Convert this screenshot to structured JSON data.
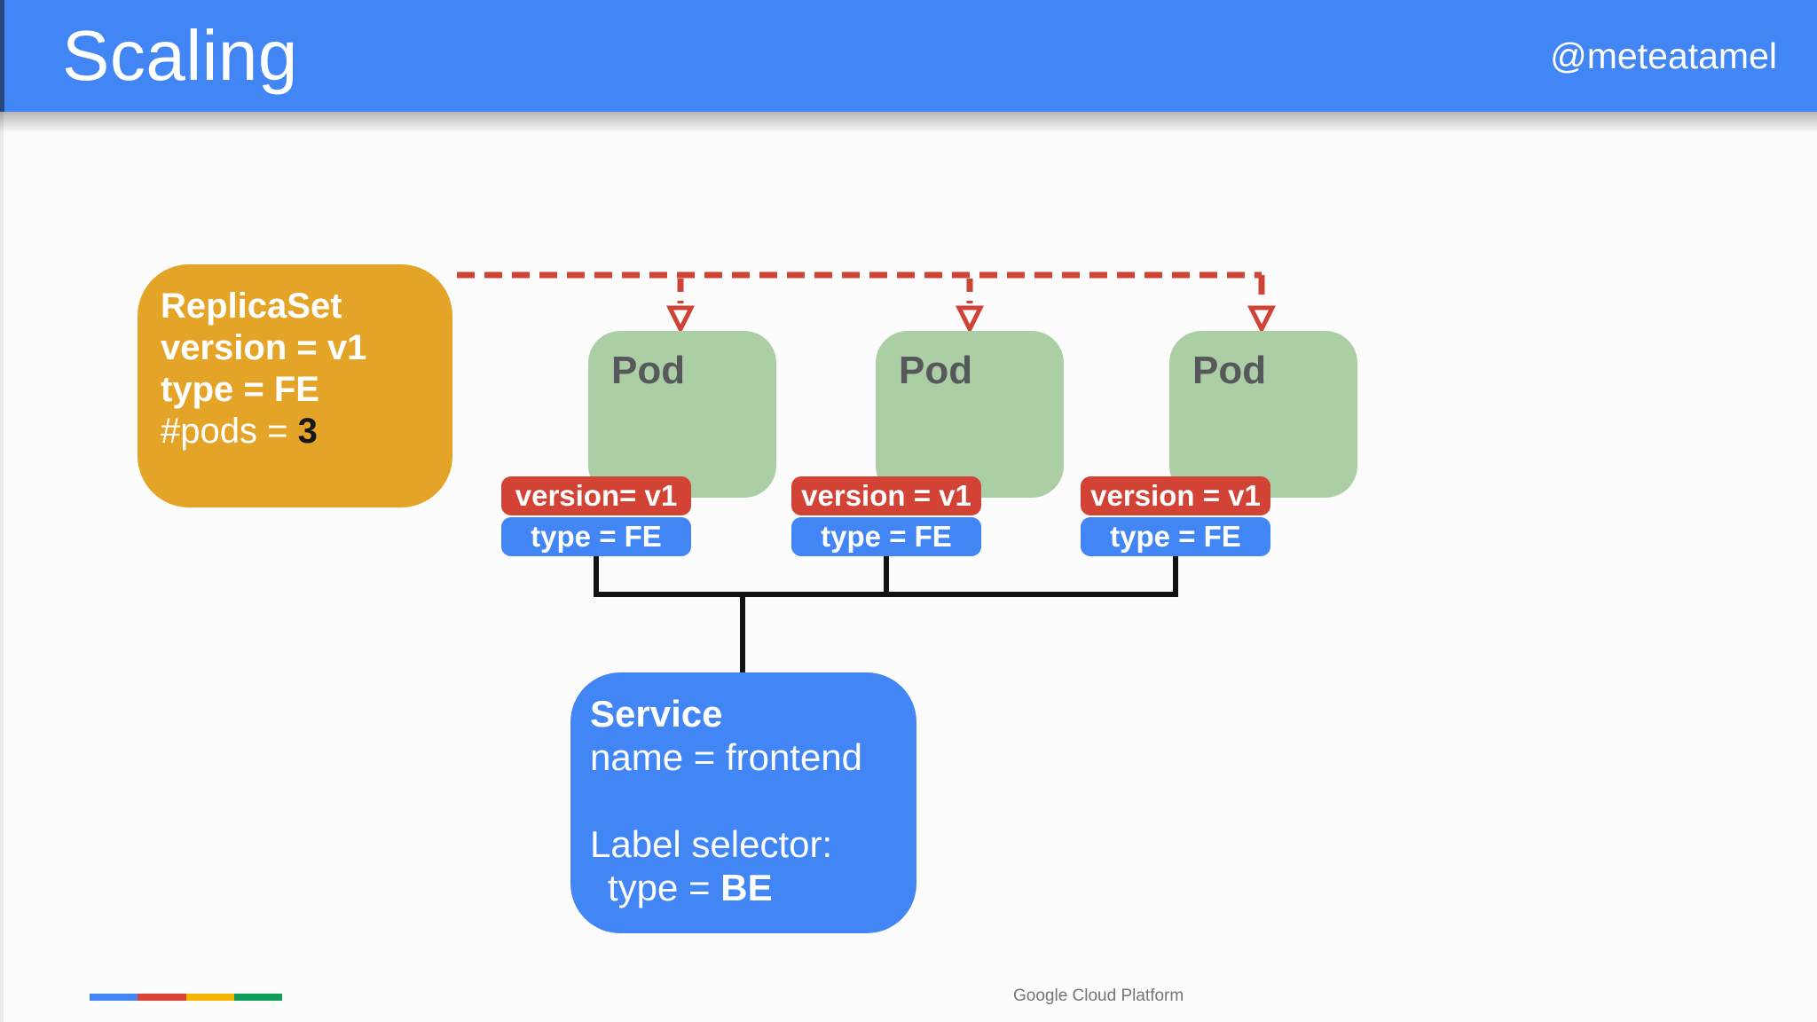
{
  "header": {
    "title": "Scaling",
    "handle": "@meteatamel",
    "bg": "#4285F4"
  },
  "replicaset": {
    "title": "ReplicaSet",
    "version_line": "version = v1",
    "type_line": "type = FE",
    "pods_label": "#pods = ",
    "pods_count": "3",
    "bg": "#E4A428"
  },
  "pods": [
    {
      "name": "Pod",
      "version_label": "version= v1",
      "type_label": "type = FE"
    },
    {
      "name": "Pod",
      "version_label": "version = v1",
      "type_label": "type = FE"
    },
    {
      "name": "Pod",
      "version_label": "version = v1",
      "type_label": "type = FE"
    }
  ],
  "service": {
    "title": "Service",
    "name_line": "name = frontend",
    "selector_heading": "Label selector:",
    "selector_label": "type = ",
    "selector_value": "BE",
    "bg": "#4285F4"
  },
  "footer": {
    "brand": "Google Cloud Platform",
    "bar_blue": "#4285F4",
    "bar_red": "#DB4437",
    "bar_yellow": "#F4B400",
    "bar_green": "#0F9D58"
  },
  "colors": {
    "pod_green": "#ACCEA4",
    "label_red": "#D24335",
    "label_blue": "#4285F4",
    "dashed_red": "#CE4437",
    "connector_black": "#121212"
  }
}
